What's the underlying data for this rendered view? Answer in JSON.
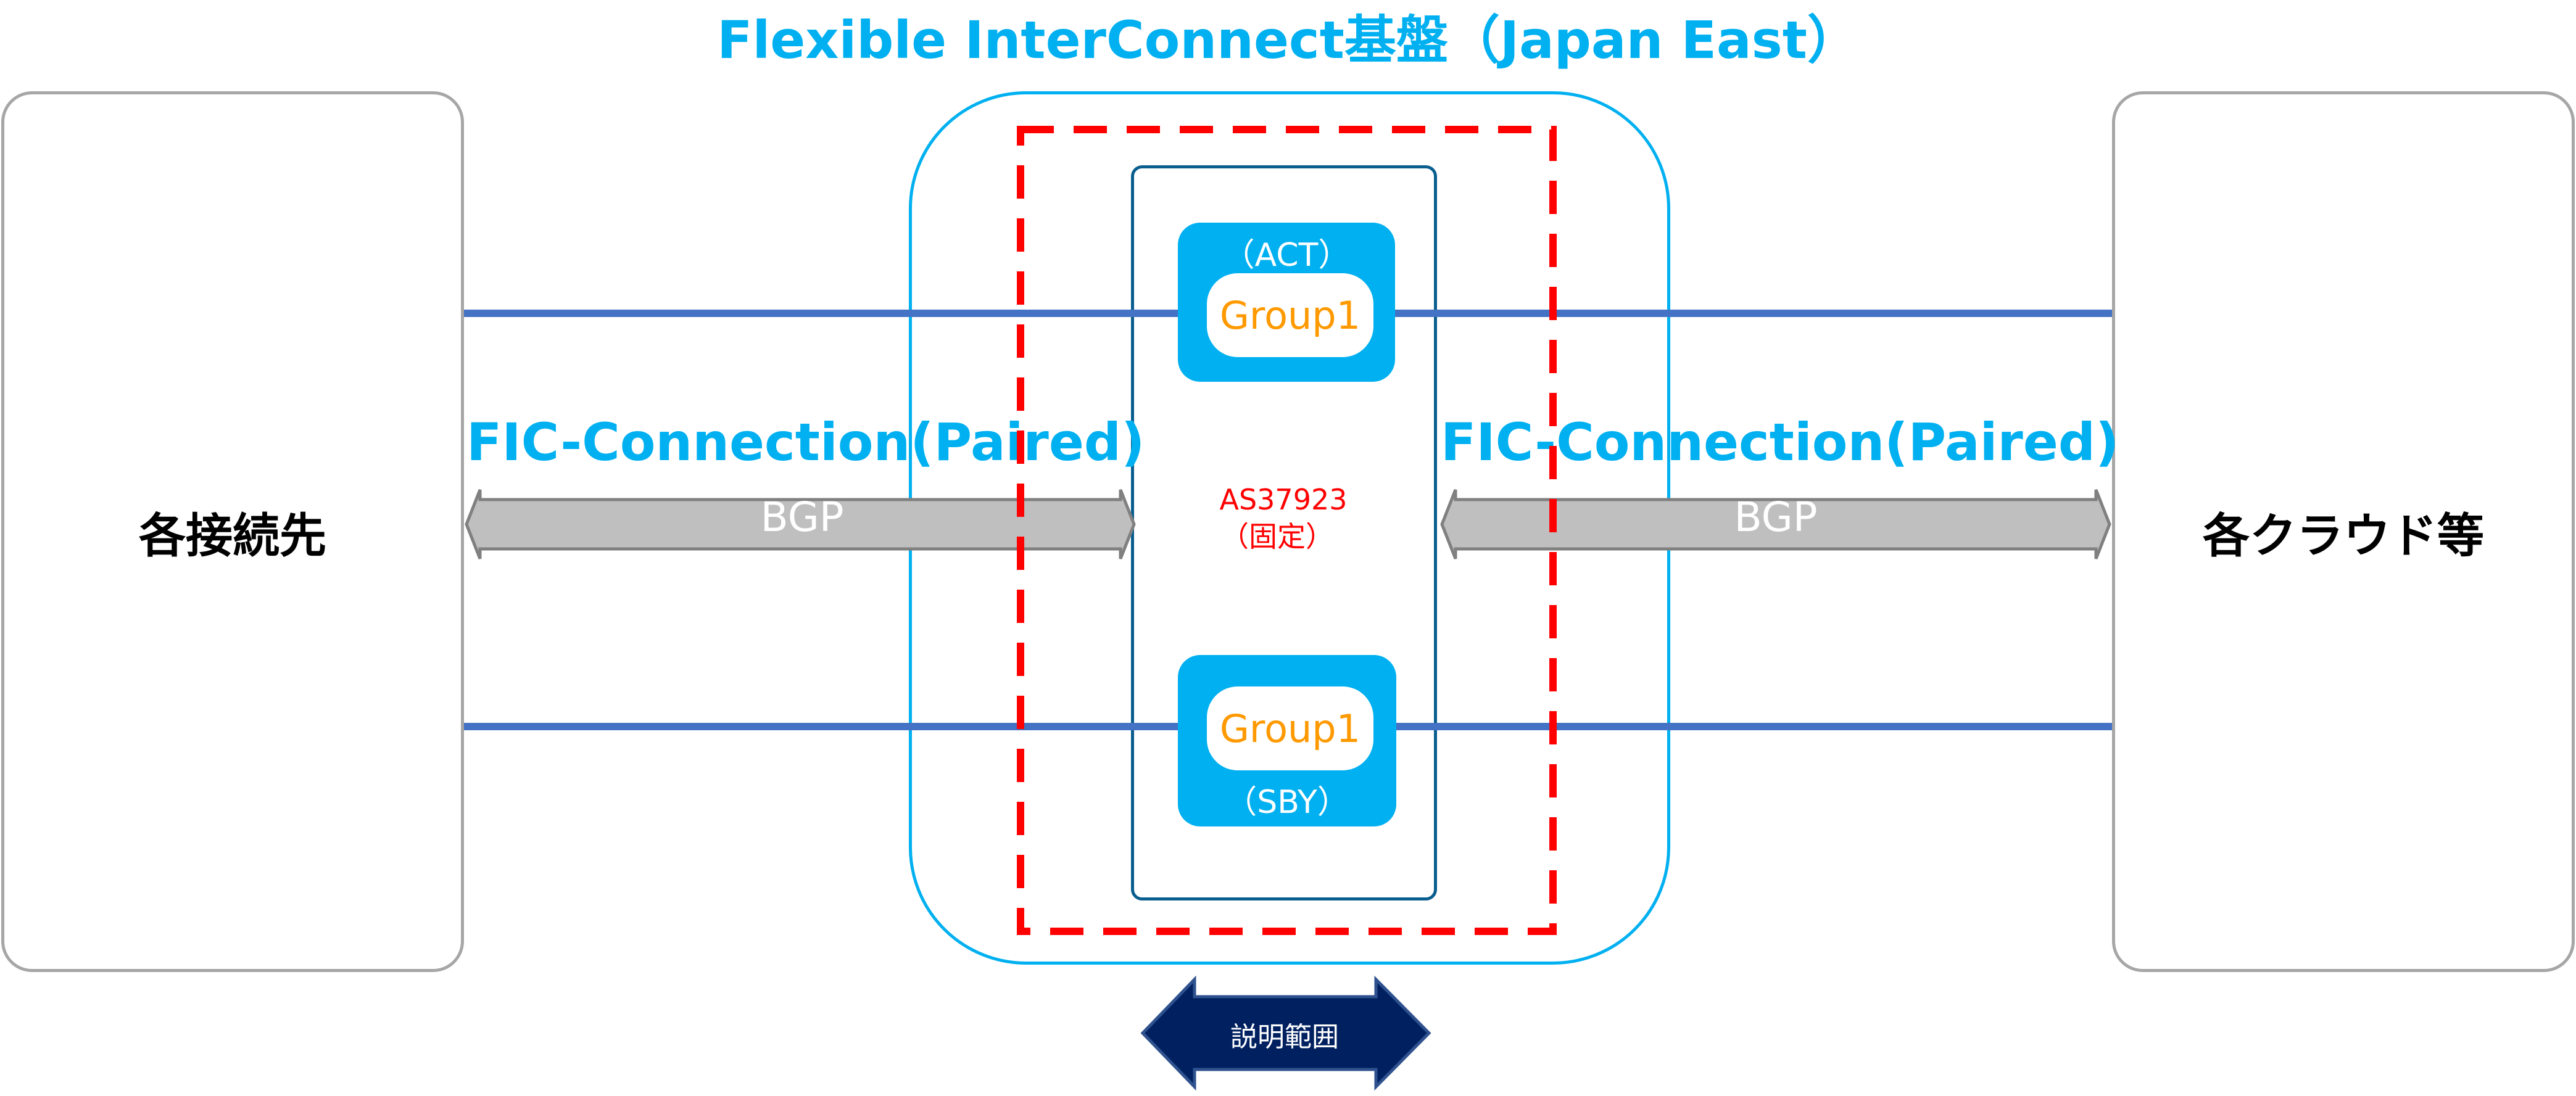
{
  "title": "Flexible InterConnect基盤（Japan East）",
  "left_endpoint": {
    "label": "各接続先"
  },
  "right_endpoint": {
    "label": "各クラウド等"
  },
  "connections": [
    {
      "label": "FIC-Connection(Paired)",
      "protocol": "BGP"
    },
    {
      "label": "FIC-Connection(Paired)",
      "protocol": "BGP"
    }
  ],
  "router": {
    "as_number": "AS37923",
    "as_note": "（固定）",
    "nodes": [
      {
        "name": "Group1",
        "state": "（ACT）"
      },
      {
        "name": "Group1",
        "state": "（SBY）"
      }
    ]
  },
  "scope_arrow": {
    "label": "説明範囲"
  },
  "colors": {
    "accent": "#00b0f0",
    "line": "#4472c4",
    "scope": "#ff0000",
    "group_text": "#ff9900",
    "scope_arrow": "#002060",
    "bgp_arrow": "#bfbfbf"
  }
}
